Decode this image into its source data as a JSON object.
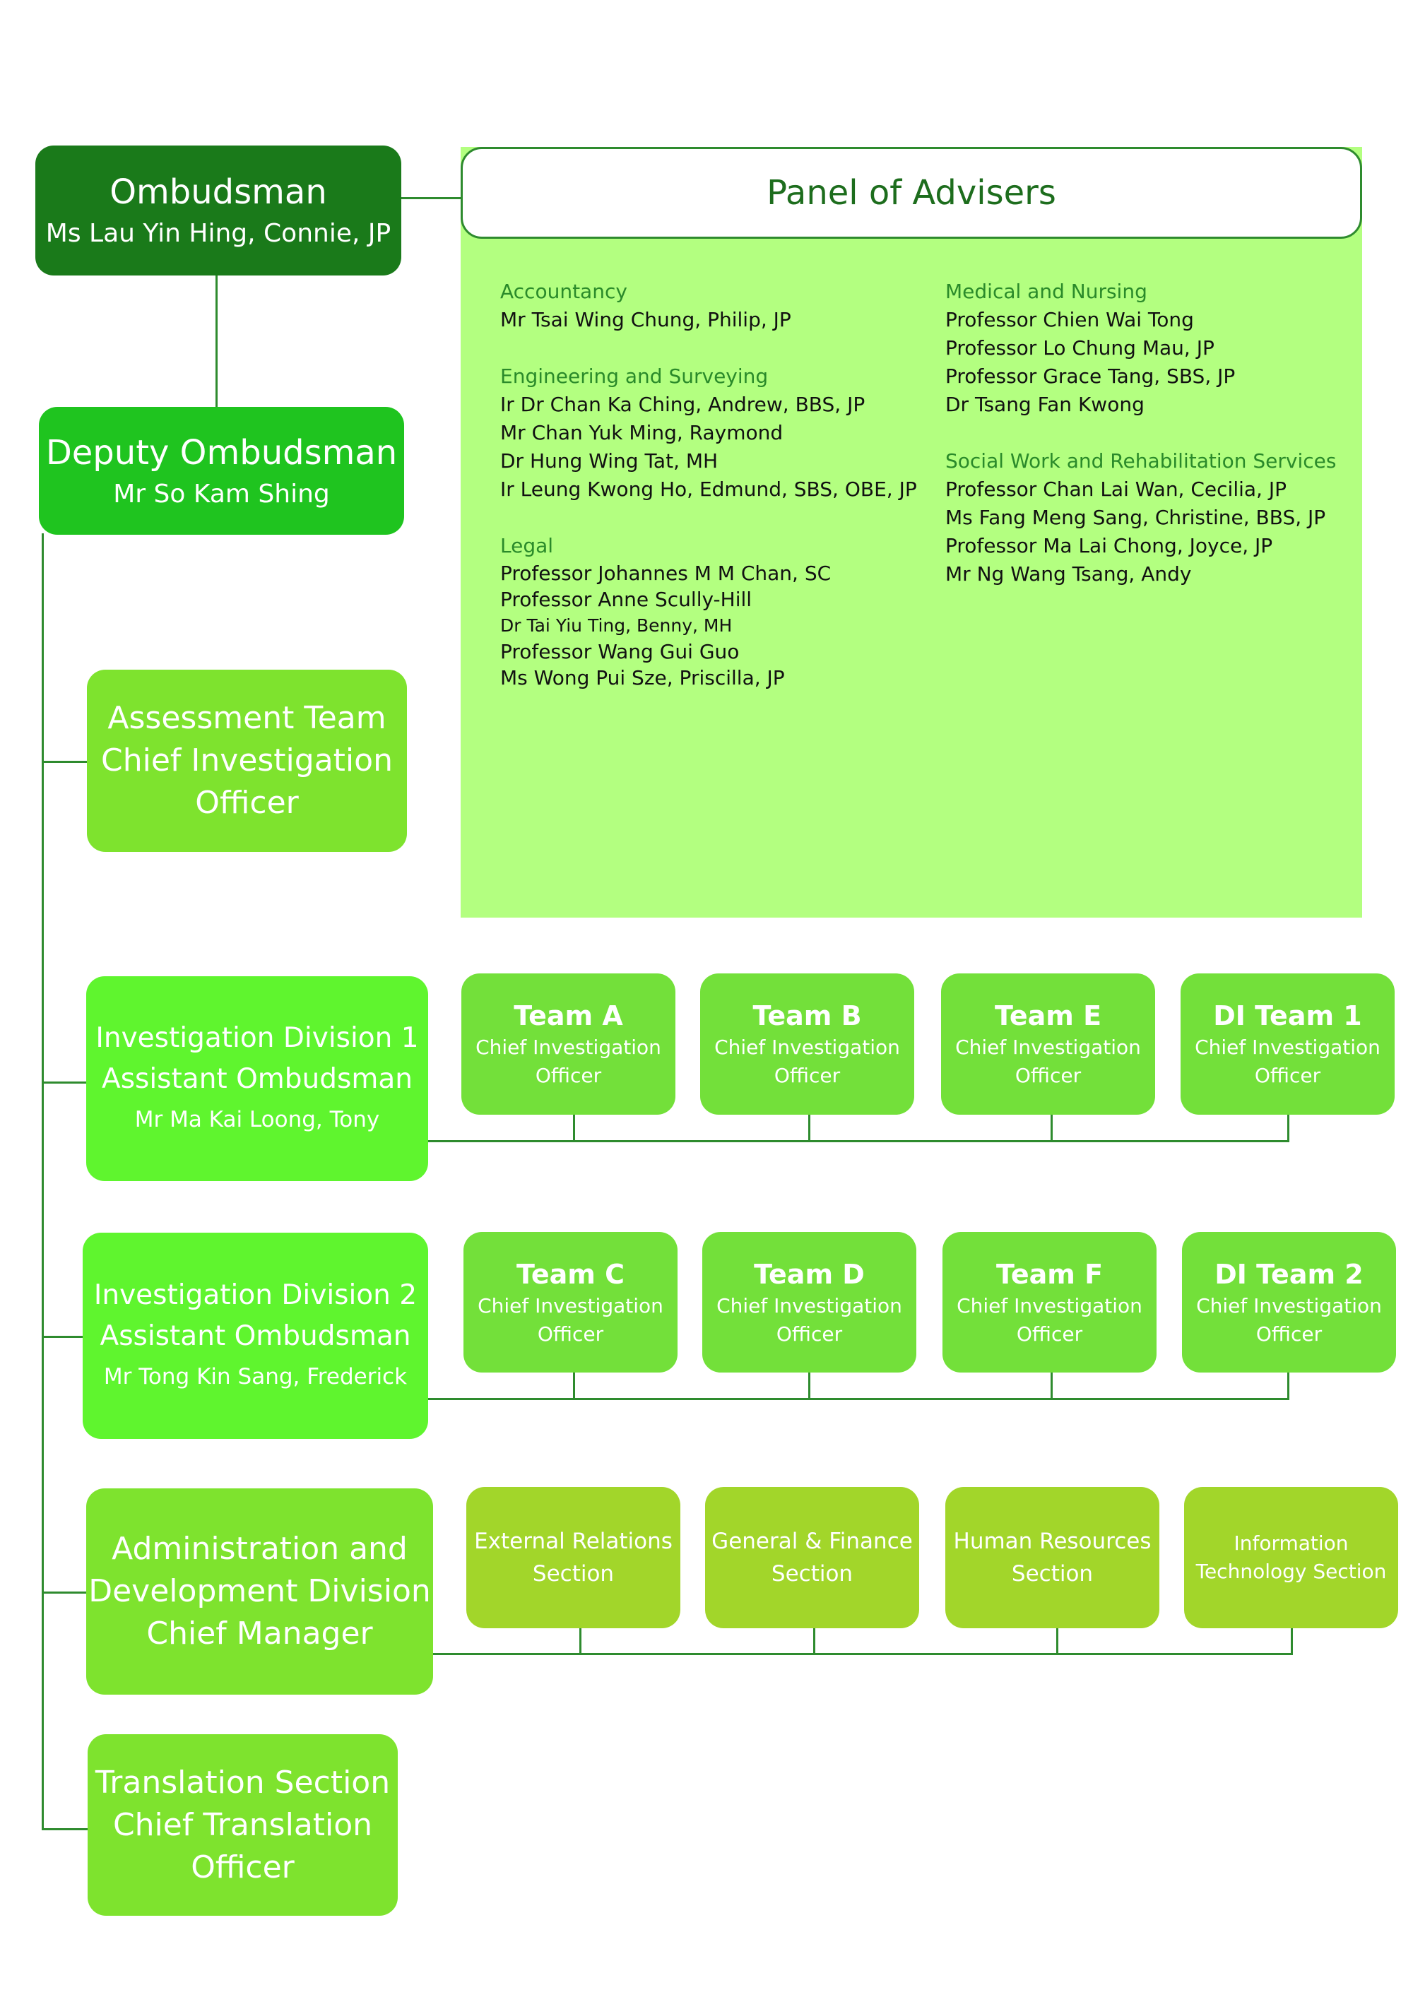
{
  "colors": {
    "ombudsman": "#1a7a1a",
    "deputy": "#1fc41f",
    "division": "#5ff52e",
    "unit": "#7ee32e",
    "team": "#73e03a",
    "section": "#a2d62a",
    "panel_bg": "#b3ff80",
    "connector": "#2e8b2e"
  },
  "ombudsman": {
    "title": "Ombudsman",
    "name": "Ms Lau Yin Hing, Connie, JP"
  },
  "deputy": {
    "title": "Deputy Ombudsman",
    "name": "Mr So Kam Shing"
  },
  "panel": {
    "title": "Panel of Advisers",
    "left": [
      {
        "category": "Accountancy",
        "members": [
          "Mr Tsai Wing Chung, Philip, JP"
        ]
      },
      {
        "category": "Engineering and Surveying",
        "members": [
          "Ir Dr Chan Ka Ching, Andrew, BBS, JP",
          "Mr Chan Yuk Ming, Raymond",
          "Dr Hung Wing Tat, MH",
          "Ir Leung Kwong Ho, Edmund, SBS, OBE, JP"
        ]
      },
      {
        "category": "Legal",
        "members": [
          "Professor Johannes M M Chan, SC",
          "Professor Anne Scully-Hill",
          "Dr Tai Yiu Ting, Benny, MH",
          "Professor Wang Gui Guo",
          "Ms Wong Pui Sze, Priscilla, JP"
        ]
      }
    ],
    "right": [
      {
        "category": "Medical and Nursing",
        "members": [
          "Professor Chien Wai Tong",
          "Professor Lo Chung Mau, JP",
          "Professor Grace Tang, SBS, JP",
          "Dr Tsang Fan Kwong"
        ]
      },
      {
        "category": "Social Work and Rehabilitation Services",
        "members": [
          "Professor Chan Lai Wan, Cecilia, JP",
          "Ms Fang Meng Sang, Christine, BBS, JP",
          "Professor Ma Lai Chong, Joyce, JP",
          "Mr Ng Wang Tsang, Andy"
        ]
      }
    ]
  },
  "assessment": {
    "line1": "Assessment Team",
    "line2": "Chief Investigation",
    "line3": "Officer"
  },
  "div1": {
    "line1": "Investigation Division 1",
    "line2": "Assistant Ombudsman",
    "name": "Mr Ma Kai Loong, Tony"
  },
  "div2": {
    "line1": "Investigation Division 2",
    "line2": "Assistant Ombudsman",
    "name": "Mr Tong Kin Sang, Frederick"
  },
  "teams1": [
    {
      "name": "Team A",
      "role1": "Chief Investigation",
      "role2": "Officer"
    },
    {
      "name": "Team B",
      "role1": "Chief Investigation",
      "role2": "Officer"
    },
    {
      "name": "Team E",
      "role1": "Chief Investigation",
      "role2": "Officer"
    },
    {
      "name": "DI Team 1",
      "role1": "Chief Investigation",
      "role2": "Officer"
    }
  ],
  "teams2": [
    {
      "name": "Team C",
      "role1": "Chief Investigation",
      "role2": "Officer"
    },
    {
      "name": "Team D",
      "role1": "Chief Investigation",
      "role2": "Officer"
    },
    {
      "name": "Team F",
      "role1": "Chief Investigation",
      "role2": "Officer"
    },
    {
      "name": "DI Team 2",
      "role1": "Chief Investigation",
      "role2": "Officer"
    }
  ],
  "admin": {
    "line1": "Administration and",
    "line2": "Development Division",
    "line3": "Chief Manager"
  },
  "sections": [
    {
      "line1": "External Relations",
      "line2": "Section"
    },
    {
      "line1": "General & Finance",
      "line2": "Section"
    },
    {
      "line1": "Human Resources",
      "line2": "Section"
    },
    {
      "line1": "Information",
      "line2": "Technology Section"
    }
  ],
  "translation": {
    "line1": "Translation Section",
    "line2": "Chief Translation",
    "line3": "Officer"
  }
}
